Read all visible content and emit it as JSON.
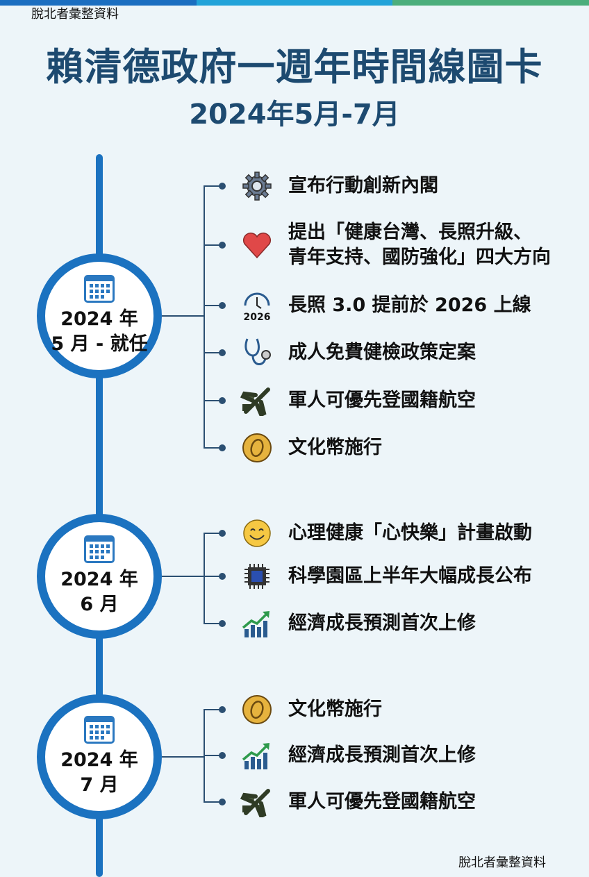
{
  "colors": {
    "primary": "#1b72c0",
    "title": "#1d4a70",
    "bar": [
      "#1b6ec0",
      "#22a3d9",
      "#4cae7c"
    ]
  },
  "watermark": "脫北者彙整資料",
  "title": "賴清德政府一週年時間線圖卡",
  "subtitle": "2024年5月-7月",
  "groups": [
    {
      "year": "2024 年",
      "month": "5 月 - 就任",
      "items": [
        {
          "icon": "gear-icon",
          "text": "宣布行動創新內閣"
        },
        {
          "icon": "heart-icon",
          "text": "提出「健康台灣、長照升級、\n青年支持、國防強化」四大方向"
        },
        {
          "icon": "clock-2026-icon",
          "icon_label": "2026",
          "text": "長照 3.0 提前於 2026 上線"
        },
        {
          "icon": "stethoscope-icon",
          "text": "成人免費健檢政策定案"
        },
        {
          "icon": "airplane-icon",
          "text": "軍人可優先登國籍航空"
        },
        {
          "icon": "coin-icon",
          "text": "文化幣施行"
        }
      ]
    },
    {
      "year": "2024 年",
      "month": "6 月",
      "items": [
        {
          "icon": "smiley-icon",
          "text": "心理健康「心快樂」計畫啟動"
        },
        {
          "icon": "chip-icon",
          "text": "科學園區上半年大幅成長公布"
        },
        {
          "icon": "growth-chart-icon",
          "text": "經濟成長預測首次上修"
        }
      ]
    },
    {
      "year": "2024 年",
      "month": "7 月",
      "items": [
        {
          "icon": "coin-icon",
          "text": "文化幣施行"
        },
        {
          "icon": "growth-chart-icon",
          "text": "經濟成長預測首次上修"
        },
        {
          "icon": "airplane-icon",
          "text": "軍人可優先登國籍航空"
        }
      ]
    }
  ]
}
